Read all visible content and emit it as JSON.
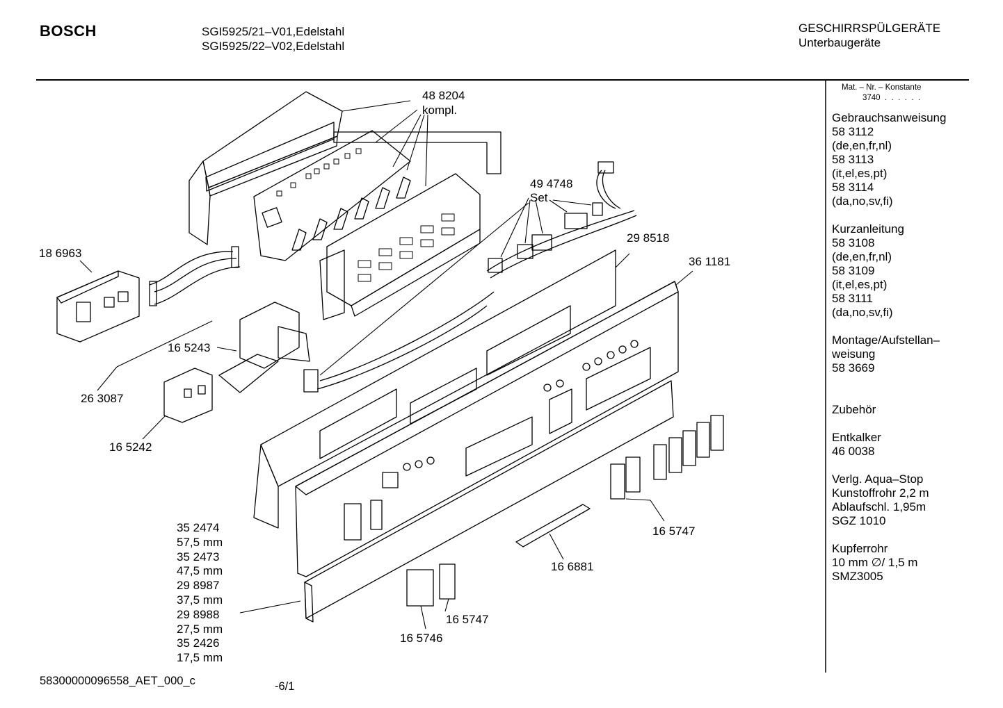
{
  "header": {
    "brand": "BOSCH",
    "model_line_1": "SGI5925/21–V01,Edelstahl",
    "model_line_2": "SGI5925/22–V02,Edelstahl",
    "category": "GESCHIRRSPÜLGERÄTE",
    "subcategory": "Unterbaugeräte"
  },
  "sidebar": {
    "mat_nr_label": "Mat. – Nr. – Konstante",
    "mat_nr_value": "3740  .  .  .  .  .  .",
    "lines": [
      "Gebrauchsanweisung",
      "58 3112",
      "(de,en,fr,nl)",
      "58 3113",
      "(it,el,es,pt)",
      "58 3114",
      "(da,no,sv,fi)",
      "",
      "Kurzanleitung",
      "58 3108",
      "(de,en,fr,nl)",
      "58 3109",
      "(it,el,es,pt)",
      "58 3111",
      "(da,no,sv,fi)",
      "",
      "Montage/Aufstellan–",
      "weisung",
      "58 3669",
      "",
      "",
      "Zubehör",
      "",
      "Entkalker",
      "46 0038",
      "",
      "Verlg. Aqua–Stop",
      "Kunstoffrohr 2,2 m",
      "Ablaufschl. 1,95m",
      "SGZ 1010",
      "",
      "Kupferrohr",
      "10 mm ∅/ 1,5 m",
      "SMZ3005"
    ]
  },
  "parts": {
    "p488204": "48 8204",
    "p488204_sub": "kompl.",
    "p494748": "49 4748",
    "p494748_sub": "Set",
    "p298518": "29 8518",
    "p361181": "36 1181",
    "p186963": "18 6963",
    "p165243": "16 5243",
    "p263087": "26 3087",
    "p165242": "16 5242",
    "p165747_a": "16 5747",
    "p166881": "16 6881",
    "p165747_b": "16 5747",
    "p165746": "16 5746",
    "stack": [
      "35 2474",
      "57,5 mm",
      "35 2473",
      "47,5 mm",
      "29 8987",
      "37,5 mm",
      "29 8988",
      "27,5 mm",
      "35 2426",
      "17,5 mm"
    ]
  },
  "footer": {
    "doc_id": "58300000096558_AET_000_c",
    "page": "-6/1"
  }
}
